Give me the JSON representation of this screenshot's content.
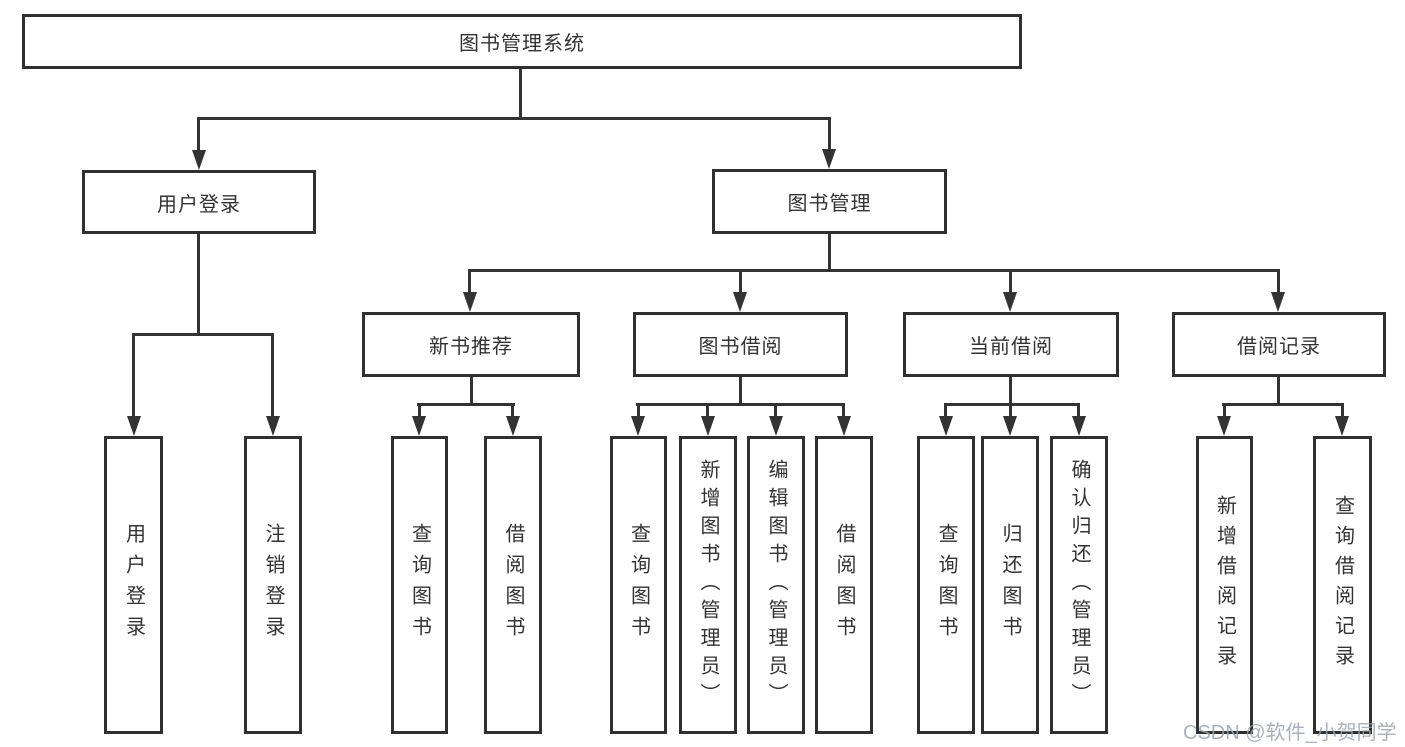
{
  "watermark": {
    "text": "CSDN @软件_小贺同学"
  },
  "colors": {
    "line": "#333333",
    "text": "#333333",
    "box_bg": "#ffffff",
    "watermark": "#9da2ac"
  },
  "tree": {
    "root": {
      "label": "图书管理系统",
      "children": [
        {
          "label": "用户登录",
          "children": [
            {
              "label": "用户登录"
            },
            {
              "label": "注销登录"
            }
          ]
        },
        {
          "label": "图书管理",
          "children": [
            {
              "label": "新书推荐",
              "children": [
                {
                  "label": "查询图书"
                },
                {
                  "label": "借阅图书"
                }
              ]
            },
            {
              "label": "图书借阅",
              "children": [
                {
                  "label": "查询图书"
                },
                {
                  "label": "新增图书（管理员）"
                },
                {
                  "label": "编辑图书（管理员）"
                },
                {
                  "label": "借阅图书"
                }
              ]
            },
            {
              "label": "当前借阅",
              "children": [
                {
                  "label": "查询图书"
                },
                {
                  "label": "归还图书"
                },
                {
                  "label": "确认归还（管理员）"
                }
              ]
            },
            {
              "label": "借阅记录",
              "children": [
                {
                  "label": "新增借阅记录"
                },
                {
                  "label": "查询借阅记录"
                }
              ]
            }
          ]
        }
      ]
    }
  }
}
